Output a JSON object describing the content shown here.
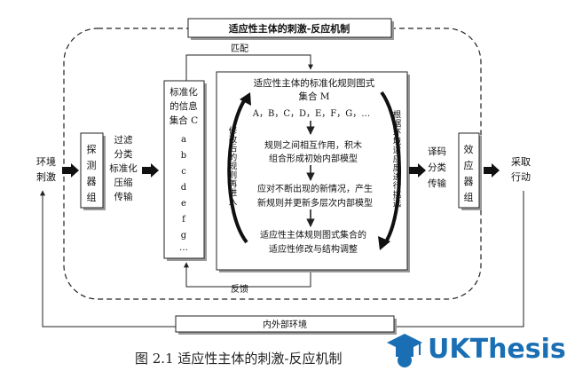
{
  "title": "适应性主体的刺激-反应机制",
  "caption": "图 2.1  适应性主体的刺激-反应机制",
  "watermark": "UKThesis",
  "labels": {
    "match": "匹配",
    "feedback": "反馈",
    "environment": "内外部环境",
    "env_stimulus": [
      "环境",
      "刺激"
    ],
    "detector": [
      "探",
      "测",
      "器",
      "组"
    ],
    "filter": [
      "过滤",
      "分类",
      "标准化",
      "压缩",
      "传输"
    ],
    "info_set": [
      "标准化",
      "的信息",
      "集合 C"
    ],
    "info_items": [
      "a",
      "b",
      "c",
      "d",
      "e",
      "f",
      "g",
      "…"
    ],
    "rule_set": [
      "适应性主体的标准化规则图式",
      "集合 M"
    ],
    "rule_items": "A，B，C，D，E，F，G，…",
    "step1": [
      "规则之间相互作用，积木",
      "组合形成初始内部模型"
    ],
    "step2": [
      "应对不断出现的新情况，产生",
      "新规则并更新多层次内部模型"
    ],
    "step3": [
      "适应性主体规则图式集合的",
      "适应性修改与结构调整"
    ],
    "left_arc": "修改后的规则再进入",
    "right_arc": "根据环境适应度进行挑选",
    "decode": [
      "译码",
      "分类",
      "传输"
    ],
    "effector": [
      "效",
      "应",
      "器",
      "组"
    ],
    "action": [
      "采取",
      "行动"
    ]
  }
}
